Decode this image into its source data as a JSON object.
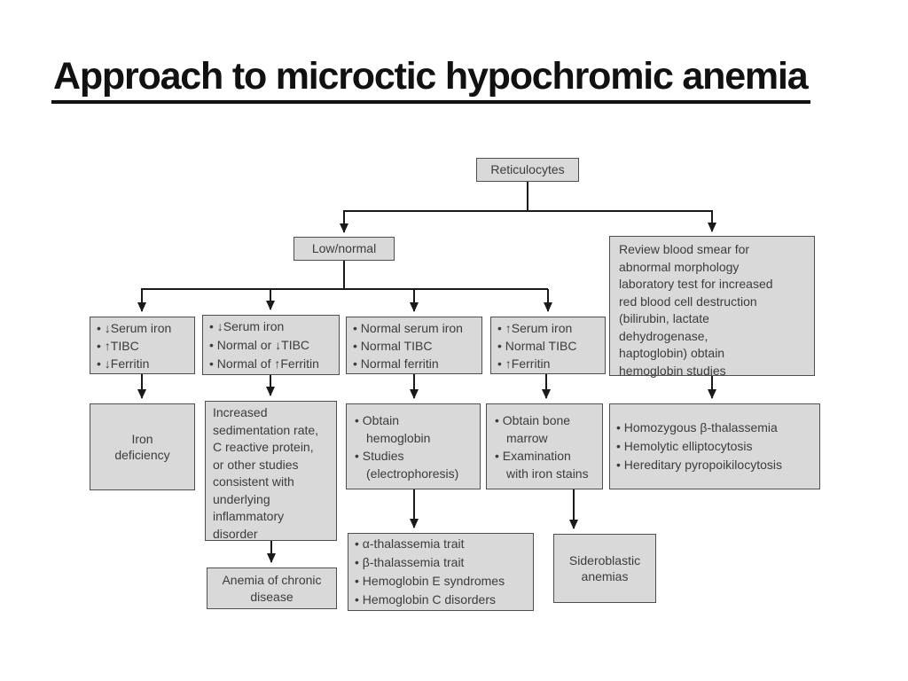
{
  "title": "Approach to microctic hypochromic anemia",
  "diagram": {
    "reticulocytes": {
      "text": "Reticulocytes"
    },
    "low_normal": {
      "text": "Low/normal"
    },
    "review_blood_smear": {
      "text": "Review blood smear for abnormal morphology laboratory test for increased red blood cell destruction (bilirubin, lactate dehydrogenase, haptoglobin) obtain hemoglobin studies"
    },
    "iron_panel_deficiency": {
      "items": [
        "↓Serum iron",
        "↑TIBC",
        "↓Ferritin"
      ]
    },
    "iron_panel_inflammation": {
      "items": [
        "↓Serum iron",
        "Normal or ↓TIBC",
        "Normal of ↑Ferritin"
      ]
    },
    "iron_panel_normal": {
      "items": [
        "Normal serum iron",
        "Normal TIBC",
        "Normal ferritin"
      ]
    },
    "iron_panel_sideroblastic": {
      "items": [
        "↑Serum iron",
        "Normal TIBC",
        "↑Ferritin"
      ]
    },
    "iron_deficiency": {
      "text": "Iron deficiency"
    },
    "inflammatory_workup": {
      "text": "Increased sedimentation rate, C reactive protein, or other studies consistent with underlying inflammatory disorder"
    },
    "obtain_hemoglobin": {
      "items": [
        "Obtain hemoglobin",
        "Studies (electrophoresis)"
      ]
    },
    "obtain_bone_marrow": {
      "items": [
        "Obtain bone marrow",
        "Examination with iron stains"
      ]
    },
    "hemolytic_causes": {
      "items": [
        "Homozygous β-thalassemia",
        "Hemolytic elliptocytosis",
        "Hereditary pyropoikilocytosis"
      ]
    },
    "anemia_of_chronic_disease": {
      "text": "Anemia of chronic disease"
    },
    "hemoglobinopathies": {
      "items": [
        "α-thalassemia trait",
        "β-thalassemia trait",
        "Hemoglobin E syndromes",
        "Hemoglobin C disorders"
      ]
    },
    "sideroblastic_anemias": {
      "text": "Sideroblastic anemias"
    }
  },
  "colors": {
    "background": "#ffffff",
    "box_fill": "#d9d9d9",
    "box_border": "#4f4f4f",
    "box_text": "#3c3c3c",
    "connector": "#1a1a1a",
    "title_text": "#111111"
  }
}
